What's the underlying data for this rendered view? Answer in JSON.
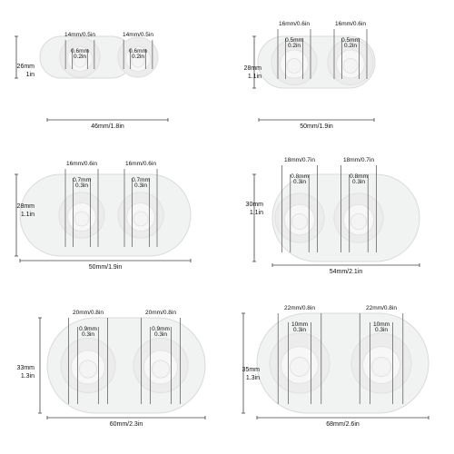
{
  "colors": {
    "silicone_fill": "#f1f2f2",
    "silicone_edge": "#d9dadb",
    "cup_rim": "#e2e3e4",
    "cup_inner": "#f7f7f8",
    "measure_line": "#444444",
    "needle": "#666666"
  },
  "panels": [
    {
      "height_mm": "26mm",
      "height_in": "1in",
      "width_label": "46mm/1.8in",
      "cups": [
        {
          "outer": "14mm/0.5in",
          "hole_mm": "0.6mm",
          "hole_in": "0.2in"
        },
        {
          "outer": "14mm/0.5in",
          "hole_mm": "0.6mm",
          "hole_in": "0.2in"
        }
      ]
    },
    {
      "height_mm": "28mm",
      "height_in": "1.1in",
      "width_label": "50mm/1.9in",
      "cups": [
        {
          "outer": "16mm/0.6in",
          "hole_mm": "0.5mm",
          "hole_in": "0.2in"
        },
        {
          "outer": "16mm/0.6in",
          "hole_mm": "0.5mm",
          "hole_in": "0.2in"
        }
      ]
    },
    {
      "height_mm": "28mm",
      "height_in": "1.1in",
      "width_label": "50mm/1.9in",
      "cups": [
        {
          "outer": "16mm/0.6in",
          "hole_mm": "0.7mm",
          "hole_in": "0.3in"
        },
        {
          "outer": "16mm/0.6in",
          "hole_mm": "0.7mm",
          "hole_in": "0.3in"
        }
      ]
    },
    {
      "height_mm": "30mm",
      "height_in": "1.1in",
      "width_label": "54mm/2.1in",
      "cups": [
        {
          "outer": "18mm/0.7in",
          "hole_mm": "0.8mm",
          "hole_in": "0.3in"
        },
        {
          "outer": "18mm/0.7in",
          "hole_mm": "0.8mm",
          "hole_in": "0.3in"
        }
      ]
    },
    {
      "height_mm": "33mm",
      "height_in": "1.3in",
      "width_label": "60mm/2.3in",
      "cups": [
        {
          "outer": "20mm/0.8in",
          "hole_mm": "0.9mm",
          "hole_in": "0.3in"
        },
        {
          "outer": "20mm/0.8in",
          "hole_mm": "0.9mm",
          "hole_in": "0.3in"
        }
      ]
    },
    {
      "height_mm": "35mm",
      "height_in": "1.3in",
      "width_label": "68mm/2.6in",
      "cups": [
        {
          "outer": "22mm/0.8in",
          "hole_mm": "10mm",
          "hole_in": "0.3in"
        },
        {
          "outer": "22mm/0.8in",
          "hole_mm": "10mm",
          "hole_in": "0.3in"
        }
      ]
    }
  ]
}
